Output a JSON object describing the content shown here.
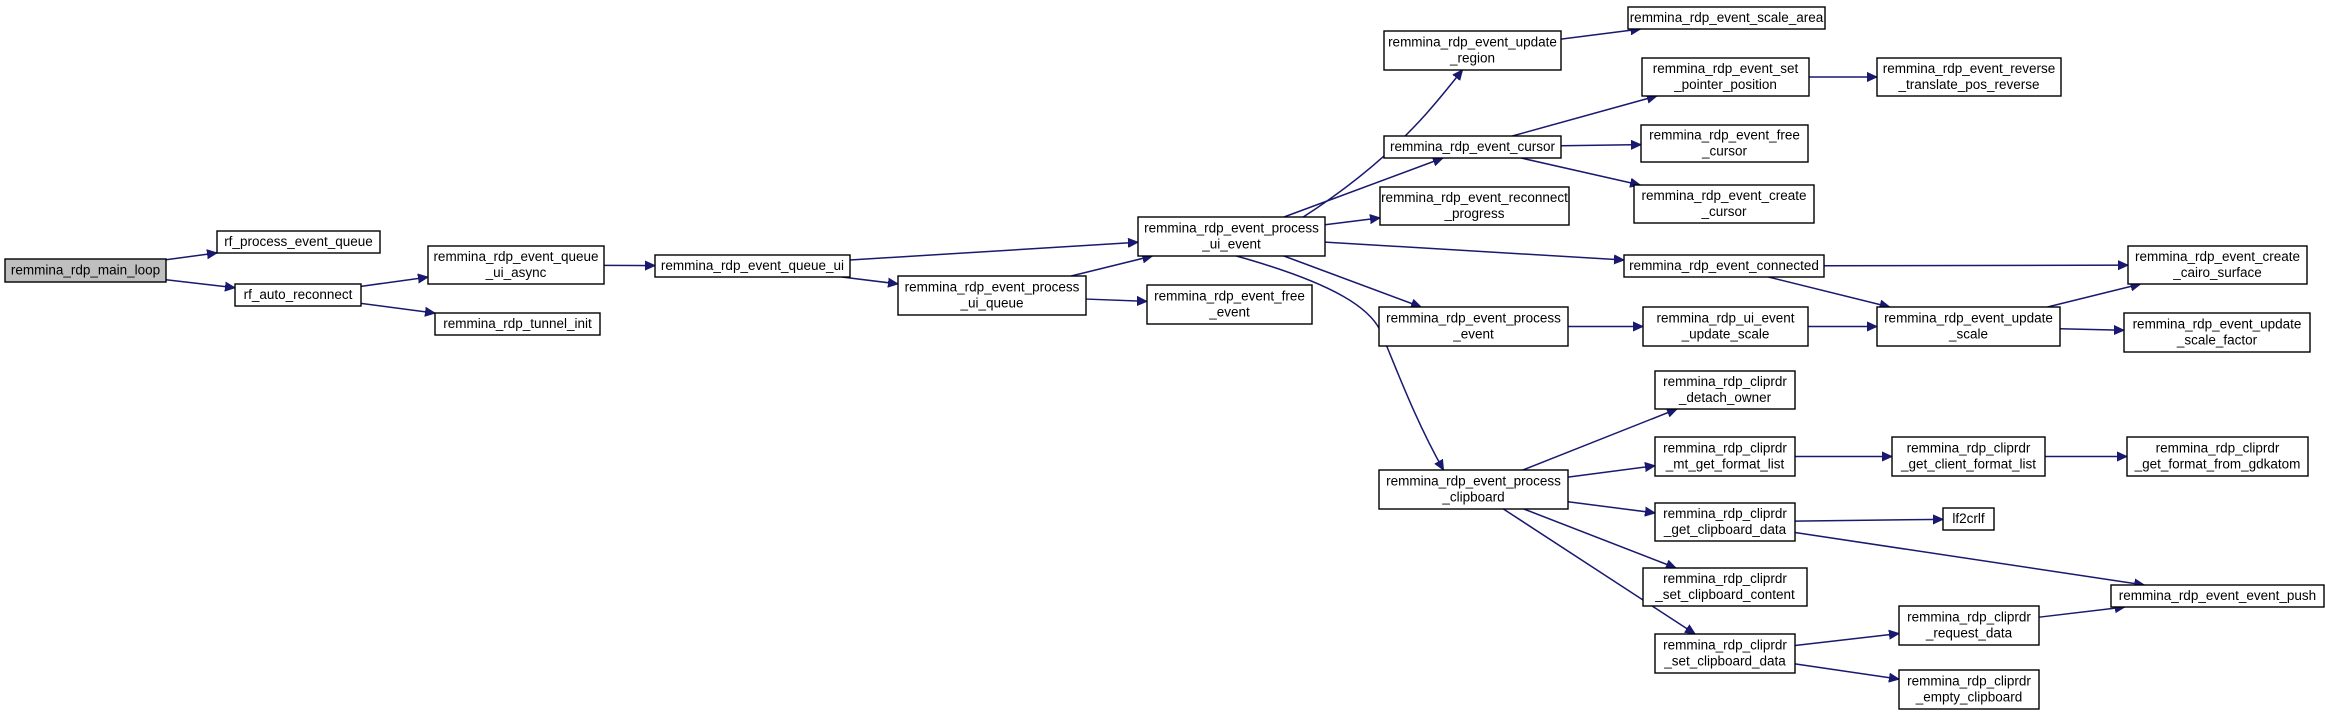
{
  "diagram": {
    "nodes": [
      {
        "id": "main_loop",
        "lines": [
          "remmina_rdp_main_loop"
        ]
      },
      {
        "id": "process_event_queue",
        "lines": [
          "rf_process_event_queue"
        ]
      },
      {
        "id": "auto_reconnect",
        "lines": [
          "rf_auto_reconnect"
        ]
      },
      {
        "id": "queue_ui_async",
        "lines": [
          "remmina_rdp_event_queue",
          "_ui_async"
        ]
      },
      {
        "id": "tunnel_init",
        "lines": [
          "remmina_rdp_tunnel_init"
        ]
      },
      {
        "id": "queue_ui",
        "lines": [
          "remmina_rdp_event_queue_ui"
        ]
      },
      {
        "id": "process_ui_queue",
        "lines": [
          "remmina_rdp_event_process",
          "_ui_queue"
        ]
      },
      {
        "id": "process_ui_event",
        "lines": [
          "remmina_rdp_event_process",
          "_ui_event"
        ]
      },
      {
        "id": "free_event",
        "lines": [
          "remmina_rdp_event_free",
          "_event"
        ]
      },
      {
        "id": "update_region",
        "lines": [
          "remmina_rdp_event_update",
          "_region"
        ]
      },
      {
        "id": "event_cursor",
        "lines": [
          "remmina_rdp_event_cursor"
        ]
      },
      {
        "id": "reconnect_progress",
        "lines": [
          "remmina_rdp_event_reconnect",
          "_progress"
        ]
      },
      {
        "id": "process_event",
        "lines": [
          "remmina_rdp_event_process",
          "_event"
        ]
      },
      {
        "id": "process_clipboard",
        "lines": [
          "remmina_rdp_event_process",
          "_clipboard"
        ]
      },
      {
        "id": "scale_area",
        "lines": [
          "remmina_rdp_event_scale_area"
        ]
      },
      {
        "id": "set_pointer_position",
        "lines": [
          "remmina_rdp_event_set",
          "_pointer_position"
        ]
      },
      {
        "id": "free_cursor",
        "lines": [
          "remmina_rdp_event_free",
          "_cursor"
        ]
      },
      {
        "id": "create_cursor",
        "lines": [
          "remmina_rdp_event_create",
          "_cursor"
        ]
      },
      {
        "id": "event_connected",
        "lines": [
          "remmina_rdp_event_connected"
        ]
      },
      {
        "id": "ui_event_update_scale",
        "lines": [
          "remmina_rdp_ui_event",
          "_update_scale"
        ]
      },
      {
        "id": "event_update_scale",
        "lines": [
          "remmina_rdp_event_update",
          "_scale"
        ]
      },
      {
        "id": "reverse_translate",
        "lines": [
          "remmina_rdp_event_reverse",
          "_translate_pos_reverse"
        ]
      },
      {
        "id": "create_cairo_surface",
        "lines": [
          "remmina_rdp_event_create",
          "_cairo_surface"
        ]
      },
      {
        "id": "update_scale_factor",
        "lines": [
          "remmina_rdp_event_update",
          "_scale_factor"
        ]
      },
      {
        "id": "detach_owner",
        "lines": [
          "remmina_rdp_cliprdr",
          "_detach_owner"
        ]
      },
      {
        "id": "mt_get_format_list",
        "lines": [
          "remmina_rdp_cliprdr",
          "_mt_get_format_list"
        ]
      },
      {
        "id": "get_clipboard_data",
        "lines": [
          "remmina_rdp_cliprdr",
          "_get_clipboard_data"
        ]
      },
      {
        "id": "set_clipboard_content",
        "lines": [
          "remmina_rdp_cliprdr",
          "_set_clipboard_content"
        ]
      },
      {
        "id": "set_clipboard_data",
        "lines": [
          "remmina_rdp_cliprdr",
          "_set_clipboard_data"
        ]
      },
      {
        "id": "get_client_format_list",
        "lines": [
          "remmina_rdp_cliprdr",
          "_get_client_format_list"
        ]
      },
      {
        "id": "lf2crlf",
        "lines": [
          "lf2crlf"
        ]
      },
      {
        "id": "request_data",
        "lines": [
          "remmina_rdp_cliprdr",
          "_request_data"
        ]
      },
      {
        "id": "empty_clipboard",
        "lines": [
          "remmina_rdp_cliprdr",
          "_empty_clipboard"
        ]
      },
      {
        "id": "get_format_from_gdkatom",
        "lines": [
          "remmina_rdp_cliprdr",
          "_get_format_from_gdkatom"
        ]
      },
      {
        "id": "event_push",
        "lines": [
          "remmina_rdp_event_event_push"
        ]
      }
    ],
    "edges": [
      [
        "main_loop",
        "process_event_queue"
      ],
      [
        "main_loop",
        "auto_reconnect"
      ],
      [
        "auto_reconnect",
        "queue_ui_async"
      ],
      [
        "auto_reconnect",
        "tunnel_init"
      ],
      [
        "queue_ui_async",
        "queue_ui"
      ],
      [
        "queue_ui",
        "process_ui_event"
      ],
      [
        "queue_ui",
        "process_ui_queue"
      ],
      [
        "process_ui_queue",
        "process_ui_event"
      ],
      [
        "process_ui_queue",
        "free_event"
      ],
      [
        "process_ui_event",
        "update_region"
      ],
      [
        "process_ui_event",
        "event_cursor"
      ],
      [
        "process_ui_event",
        "reconnect_progress"
      ],
      [
        "process_ui_event",
        "event_connected"
      ],
      [
        "process_ui_event",
        "process_event"
      ],
      [
        "process_ui_event",
        "process_clipboard"
      ],
      [
        "update_region",
        "scale_area"
      ],
      [
        "event_cursor",
        "set_pointer_position"
      ],
      [
        "event_cursor",
        "free_cursor"
      ],
      [
        "event_cursor",
        "create_cursor"
      ],
      [
        "set_pointer_position",
        "reverse_translate"
      ],
      [
        "event_connected",
        "create_cairo_surface"
      ],
      [
        "event_connected",
        "event_update_scale"
      ],
      [
        "process_event",
        "ui_event_update_scale"
      ],
      [
        "ui_event_update_scale",
        "event_update_scale"
      ],
      [
        "event_update_scale",
        "create_cairo_surface"
      ],
      [
        "event_update_scale",
        "update_scale_factor"
      ],
      [
        "process_clipboard",
        "detach_owner"
      ],
      [
        "process_clipboard",
        "mt_get_format_list"
      ],
      [
        "process_clipboard",
        "get_clipboard_data"
      ],
      [
        "process_clipboard",
        "set_clipboard_content"
      ],
      [
        "process_clipboard",
        "set_clipboard_data"
      ],
      [
        "mt_get_format_list",
        "get_client_format_list"
      ],
      [
        "get_client_format_list",
        "get_format_from_gdkatom"
      ],
      [
        "get_clipboard_data",
        "lf2crlf"
      ],
      [
        "get_clipboard_data",
        "event_push"
      ],
      [
        "set_clipboard_data",
        "request_data"
      ],
      [
        "set_clipboard_data",
        "empty_clipboard"
      ],
      [
        "request_data",
        "event_push"
      ]
    ]
  }
}
